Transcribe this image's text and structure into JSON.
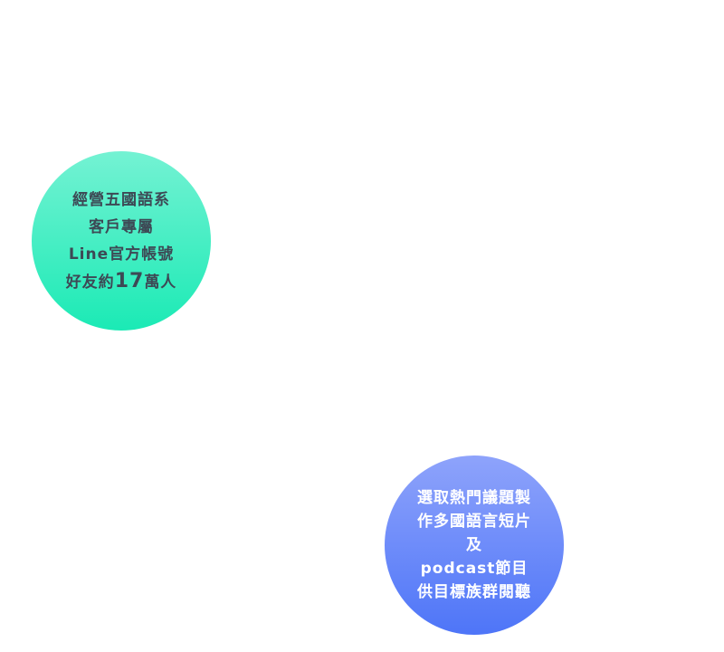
{
  "bubble_left": {
    "lines": [
      "經營五國語系",
      "客戶專屬",
      "Line官方帳號"
    ],
    "last_line_prefix": "好友約",
    "last_line_number": "17",
    "last_line_suffix": "萬人",
    "gradient_top": "#74f2d3",
    "gradient_bottom": "#1beab5",
    "text_color": "#3d4955"
  },
  "bubble_right": {
    "lines": [
      "選取熱門議題製",
      "作多國語言短片",
      "及",
      "podcast節目",
      "供目標族群閱聽"
    ],
    "gradient_top": "#8ea3fb",
    "gradient_bottom": "#4e75f8",
    "text_color": "#ffffff"
  }
}
